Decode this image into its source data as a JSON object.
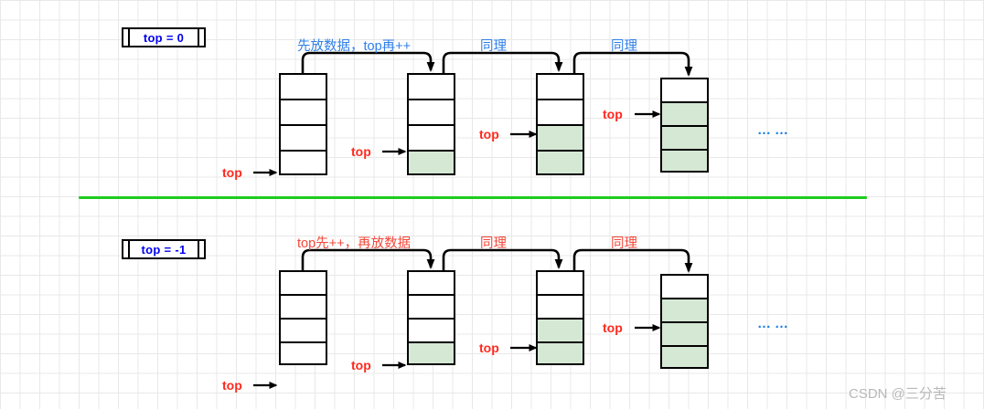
{
  "diagram": {
    "title_alt": "Stack push semantics: top = 0 versus top = -1",
    "divider_color": "#1fcc1f",
    "fill_color": "#d5e8d4",
    "stroke_color": "#000000",
    "blue_color": "#2f7fe8",
    "red_color": "#f4483a",
    "top_label_color": "#ff2a1f"
  },
  "sections": [
    {
      "id": "top-zero",
      "tape_label": "top = 0",
      "tape_label_color": "#0000ee",
      "arrow_labels": [
        {
          "text": "先放数据，top再++",
          "color": "#2f7fe8"
        },
        {
          "text": "同理",
          "color": "#2f7fe8"
        },
        {
          "text": "同理",
          "color": "#2f7fe8"
        }
      ],
      "stacks": [
        {
          "total_cells": 4,
          "filled_cells": 0,
          "top_label": "top",
          "top_points_to_cell_index": 4
        },
        {
          "total_cells": 4,
          "filled_cells": 1,
          "top_label": "top",
          "top_points_to_cell_index": 3
        },
        {
          "total_cells": 4,
          "filled_cells": 2,
          "top_label": "top",
          "top_points_to_cell_index": 2
        },
        {
          "total_cells": 4,
          "filled_cells": 3,
          "top_label": "top",
          "top_points_to_cell_index": 1
        }
      ],
      "ellipsis": "……"
    },
    {
      "id": "top-minus-one",
      "tape_label": "top = -1",
      "tape_label_color": "#0000ee",
      "arrow_labels": [
        {
          "text": "top先++，再放数据",
          "color": "#f4483a"
        },
        {
          "text": "同理",
          "color": "#f4483a"
        },
        {
          "text": "同理",
          "color": "#f4483a"
        }
      ],
      "stacks": [
        {
          "total_cells": 4,
          "filled_cells": 0,
          "top_label": "top",
          "top_points_to_cell_index": 5
        },
        {
          "total_cells": 4,
          "filled_cells": 1,
          "top_label": "top",
          "top_points_to_cell_index": 4
        },
        {
          "total_cells": 4,
          "filled_cells": 2,
          "top_label": "top",
          "top_points_to_cell_index": 3
        },
        {
          "total_cells": 4,
          "filled_cells": 3,
          "top_label": "top",
          "top_points_to_cell_index": 2
        }
      ],
      "ellipsis": "……"
    }
  ],
  "watermark": "CSDN @三分苦"
}
